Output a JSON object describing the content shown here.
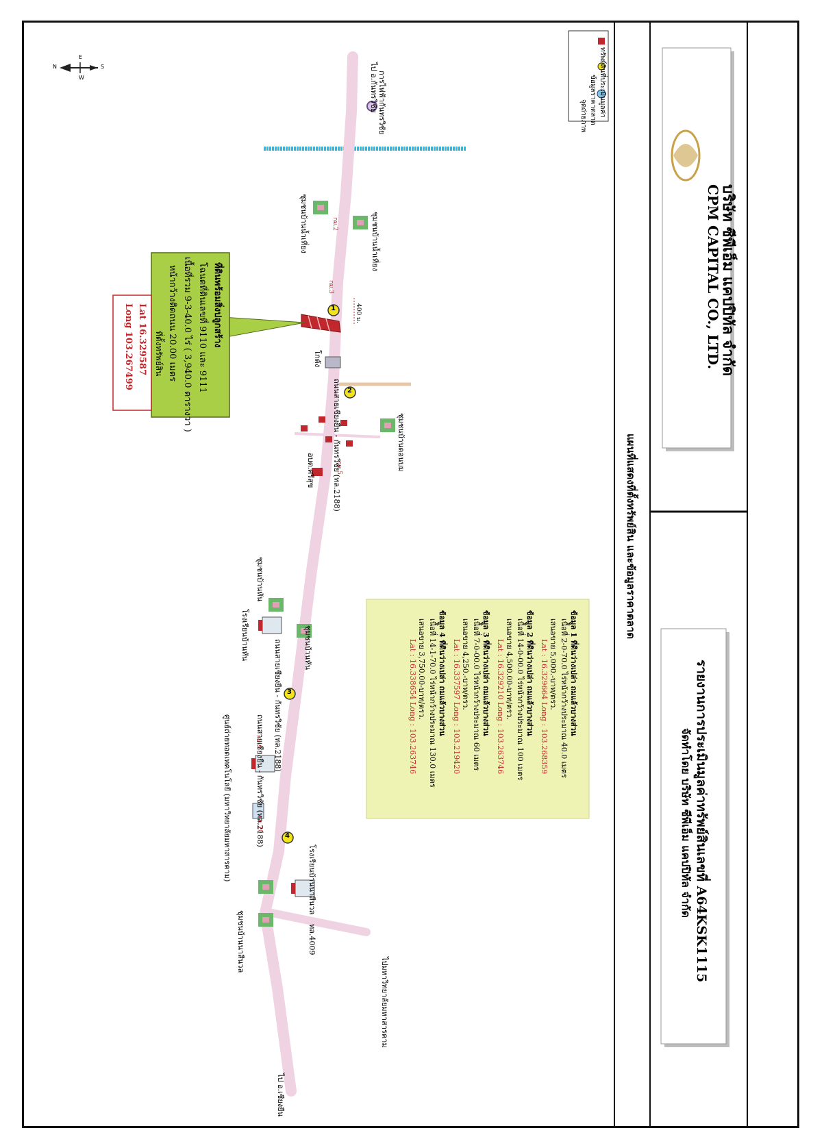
{
  "header": {
    "company_thai": "บริษัท ซีพีเอ็ม แคปปิทัล จำกัด",
    "company_en": "CPM CAPITAL CO., LTD.",
    "report_title": "รายงานการประเมินมูลค่าทรัพย์สินเลขที่ A64KSK1115",
    "prepared_by": "จัดทำโดย บริษัท ซีพีเอ็ม แคปปิทัล จำกัด",
    "map_title": "แผนที่แสดงที่ตั้งทรัพย์สิน และข้อมูลราคาตลาด"
  },
  "legend": {
    "items": [
      {
        "label": "ทรัพย์สินที่ประเมินมูลค่า",
        "color": "#c0282d",
        "icon": "square-marker-icon"
      },
      {
        "label": "ข้อมูลราคาตลาด",
        "color": "#f2e418",
        "icon": "circle-marker-icon"
      },
      {
        "label": "จุดถ่ายภาพ",
        "color": "#7ec8e3",
        "icon": "camera-point-icon"
      }
    ]
  },
  "property": {
    "lat": "Lat  16.329587",
    "long": "Long  103.267499",
    "lines": [
      "ที่ดินพร้อมสิ่งปลูกสร้าง",
      "โฉนดที่ดินเลขที่ 9110 และ 9111",
      "เนื้อที่รวม 9-3-40.0 ไร่ ( 3,940.0 ตารางวา )",
      "หน้ากว้างติดถนน 20.00 เมตร"
    ],
    "tag": "ที่ตั้งทรัพย์สิน",
    "box_color": "#a9cf46"
  },
  "market_data": {
    "box_color": "#eef3b4",
    "items": [
      {
        "title": "ข้อมูล 1  ที่ดินว่างเปล่า  ถมแล้วบางส่วน",
        "area": "เนื้อที่ 2-0-70.0 ไร่หน้ากว้างประมาณ 40.0 เมตร",
        "price": "เสนอขาย  5,000.-บาท/ตรว.",
        "coord": "Lat : 16.329664  Long : 103.268359"
      },
      {
        "title": "ข้อมูล 2 ที่ดินว่างเปล่า  ถมแล้วบางส่วน",
        "area": "เนื้อที่ 14-0-00.0 ไร่หน้ากว้างประมาณ 100 เมตร",
        "price": "เสนอขาย  4,500.00-บาท/ตรว.",
        "coord": "Lat : 16.329210  Long : 103.263746"
      },
      {
        "title": "ข้อมูล 3 ที่ดินว่างเปล่า  ถมแล้วบางส่วน",
        "area": "เนื้อที่ 7-0-00.0 ไร่หน้ากว้างประมาณ 60 เมตร",
        "price": "เสนอขาย  4,250.-บาท/ตรว.",
        "coord": "Lat : 16.337597  Long : 103.219420"
      },
      {
        "title": "ข้อมูล 4 ที่ดินว่างเปล่า  ถมแล้วบางส่วน",
        "area": "เนื้อที่ 14-1-70.0 ไร่หน้ากว้างประมาณ 130.0 เมตร",
        "price": "เสนอขาย  3,750.00-บาท/ตรว.",
        "coord": "Lat : 16.338654  Long : 103.263746"
      }
    ]
  },
  "map_labels": {
    "to_chiang_yuen": "ไป อ.เชียงยืน",
    "to_kantharawichai": "ไป อ.กันทรวิชัย",
    "to_university": "ไปมหาวิทยาลัยมหาสารคาม",
    "road_4009": "ทล.4009",
    "road_2188_a": "ถนนสายเชียงยืน - กันทรวิชัย  (ทล.2188)",
    "road_2188_b": "ถนนสายเชียงยืน - กันทรวิชัย  (ทล.2188)",
    "road_2188_c": "ถนนสายเชียงยืน - กันทรวิชัย  (ทล.2188)",
    "community_na_si_nuan_1": "ชุมชนบ้านนาสีนวล",
    "school_na_si_nuan": "โรงเรียนบ้านนาสีนวล",
    "center_label": "ศูนย์ถ่ายทอดเทคโนโลยี (มหาวิทยาลัยมหาสารคาม)",
    "school_mahawittaya": "โรงเรียนบ้านหัน",
    "community_han_1": "ชุมชนบ้านหัน",
    "community_han_2": "ชุมชนบ้านหัน",
    "obt": "อบต.ศรีสุข",
    "community_nong_khuen": "ชุมชนบ้านดอนบม",
    "warehouse": "โกดัง",
    "community_nam_thiang_1": "ชุมชนบ้านน้ำเที่ยง",
    "community_nam_thiang_2": "ชุมชนบ้านน้ำเที่ยง",
    "power_office": "การไฟฟ้ากันทรวิชัย",
    "distance": "400 ม.",
    "km_2": "กม.2",
    "km_3": "กม.3",
    "km_5": "กม.5",
    "km_9": "กม.9",
    "km_10": "กม.10",
    "marker_1": "1",
    "marker_2": "2",
    "marker_3": "3",
    "marker_4": "4",
    "north": "N",
    "south": "S",
    "east": "E",
    "west": "W"
  },
  "colors": {
    "road": "#f0d3e2",
    "river": "#1ec0e6",
    "marker": "#f2e418",
    "red_text": "#c0282d",
    "logo_gold": "#c8a24a"
  }
}
